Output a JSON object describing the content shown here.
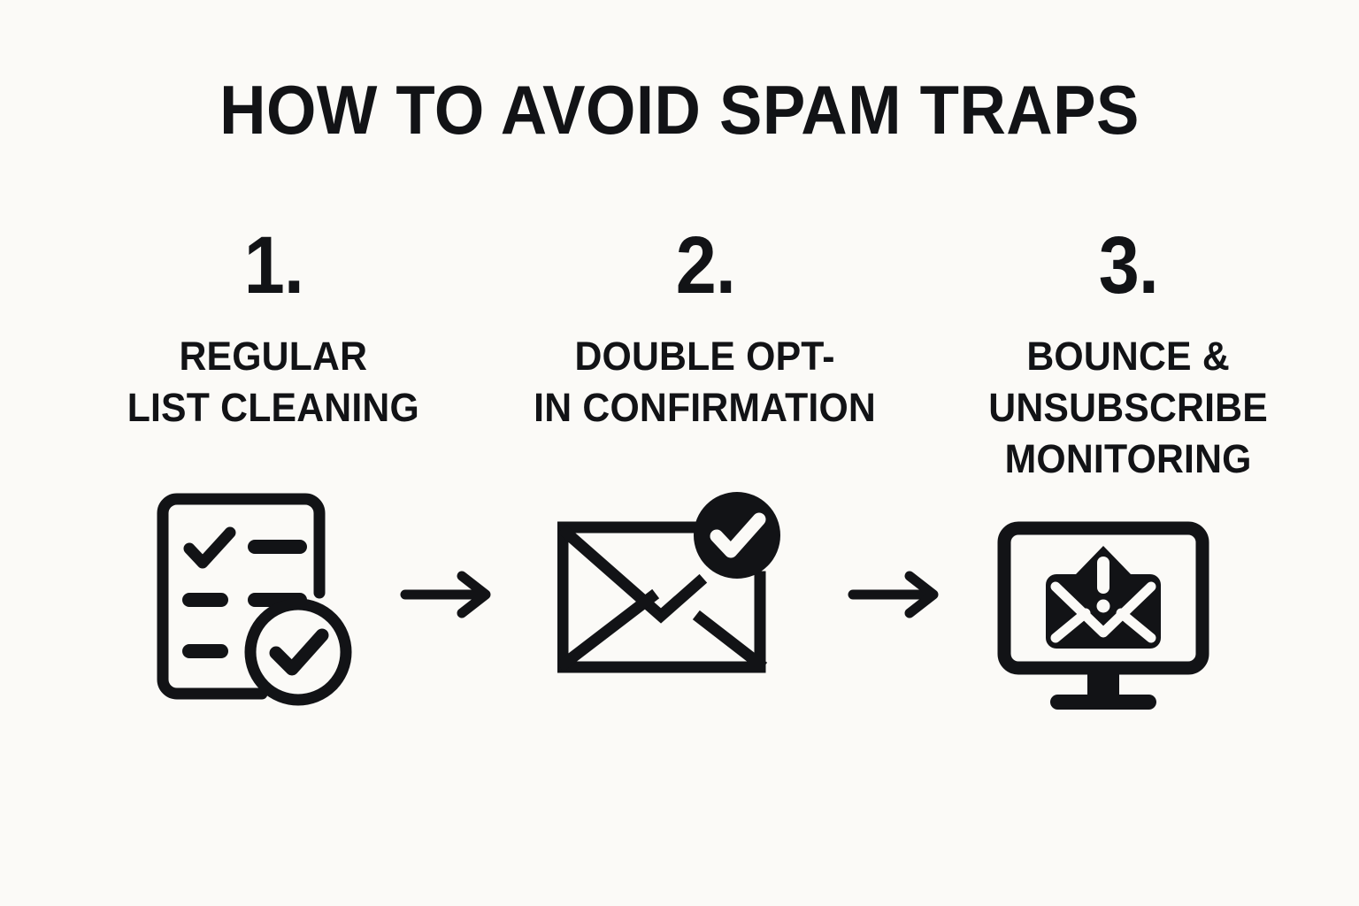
{
  "page": {
    "title": "HOW TO AVOID SPAM TRAPS",
    "background_color": "#FBFAF7",
    "ink_color": "#121316"
  },
  "steps": [
    {
      "number": "1.",
      "label": "REGULAR\nLIST CLEANING",
      "icon": "checklist-document-verified-icon"
    },
    {
      "number": "2.",
      "label": "DOUBLE OPT-\nIN CONFIRMATION",
      "icon": "envelope-check-badge-icon"
    },
    {
      "number": "3.",
      "label": "BOUNCE &\nUNSUBSCRIBE\nMONITORING",
      "icon": "monitor-envelope-alert-icon"
    }
  ],
  "connectors": [
    {
      "name": "arrow-right-icon"
    },
    {
      "name": "arrow-right-icon"
    }
  ]
}
